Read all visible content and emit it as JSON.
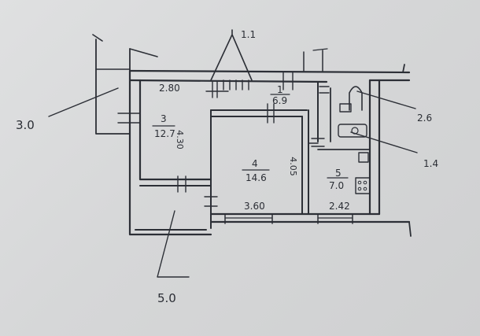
{
  "plan": {
    "rooms": [
      {
        "number": "1",
        "area": "6.9"
      },
      {
        "number": "3",
        "area": "12.7"
      },
      {
        "number": "4",
        "area": "14.6"
      },
      {
        "number": "5",
        "area": "7.0"
      }
    ],
    "dimensions": {
      "top_wall": "2.80",
      "room3_side": "4.30",
      "room4_side": "4.05",
      "room4_bottom": "3.60",
      "room5_bottom": "2.42"
    },
    "callouts": {
      "top_center": "1.1",
      "left": "3.0",
      "right_upper": "2.6",
      "right_lower": "1.4",
      "bottom": "5.0"
    }
  }
}
